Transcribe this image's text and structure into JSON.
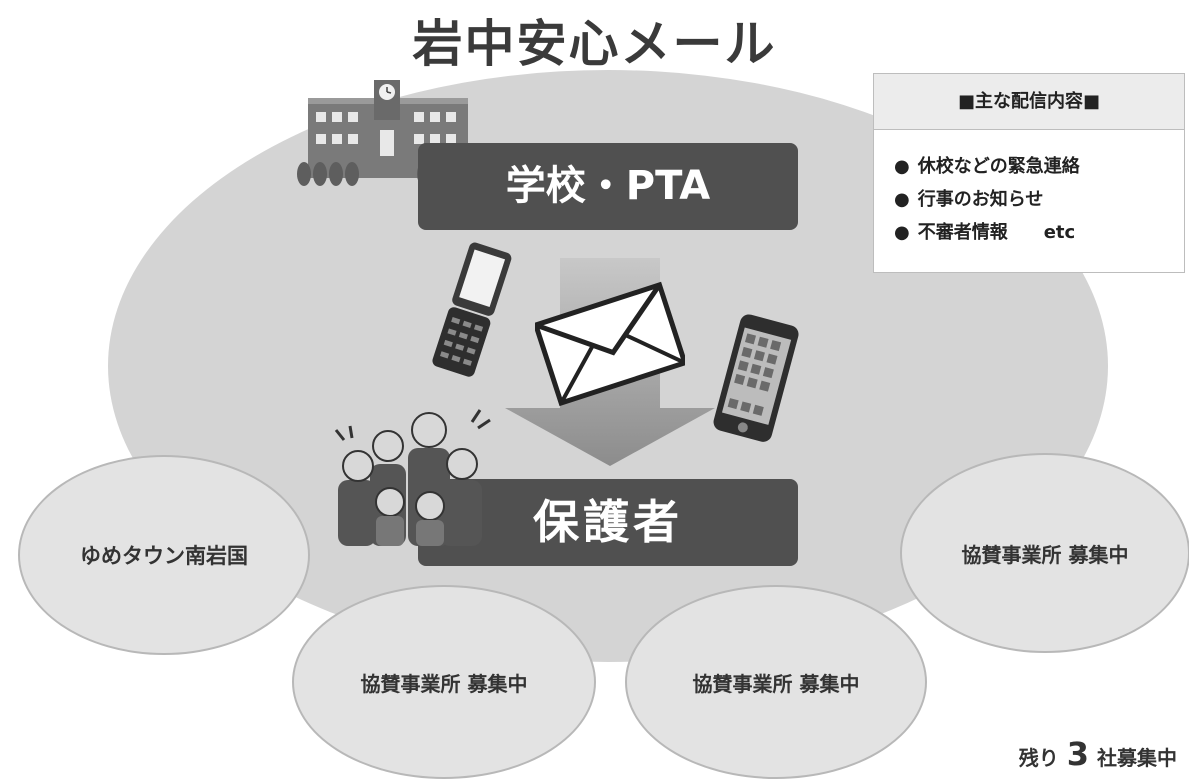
{
  "title": "岩中安心メール",
  "nodes": {
    "school": "学校・PTA",
    "guardian": "保護者"
  },
  "info_box": {
    "heading": "■主な配信内容■",
    "bullet": "●",
    "items": [
      "休校などの緊急連絡",
      "行事のお知らせ",
      "不審者情報　　etc"
    ]
  },
  "sponsors": [
    "ゆめタウン南岩国",
    "協賛事業所 募集中",
    "協賛事業所 募集中",
    "協賛事業所 募集中"
  ],
  "remaining": {
    "prefix": "残り",
    "count": "3",
    "suffix": "社募集中"
  },
  "icons": [
    "school-building-icon",
    "flip-phone-icon",
    "envelope-icon",
    "smartphone-icon",
    "family-group-icon",
    "down-arrow-icon"
  ]
}
